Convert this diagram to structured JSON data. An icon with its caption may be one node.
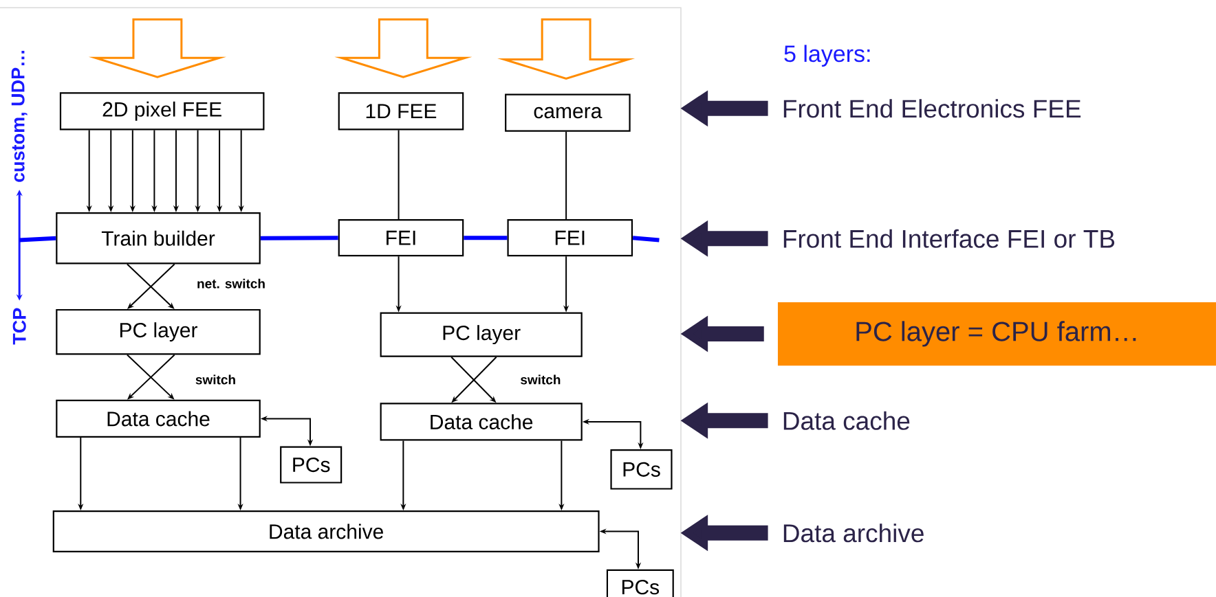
{
  "diagram": {
    "nodes": [
      {
        "text": [
          "2D pixel FEE"
        ]
      },
      {
        "text": [
          "1D FEE"
        ]
      },
      {
        "text": [
          "camera"
        ]
      },
      {
        "text": [
          "Train builder"
        ]
      },
      {
        "text": [
          "FEI"
        ]
      },
      {
        "text": [
          "FEI"
        ]
      },
      {
        "text": [
          "PC layer"
        ]
      },
      {
        "text": [
          "PC layer"
        ]
      },
      {
        "text": [
          "Data cache"
        ]
      },
      {
        "text": [
          "Data cache"
        ]
      },
      {
        "text": [
          "PCs"
        ]
      },
      {
        "text": [
          "PCs"
        ]
      },
      {
        "text": [
          "Data archive"
        ]
      },
      {
        "text": [
          "PCs"
        ]
      },
      {
        "text": [
          "PC layer = CPU farm…"
        ]
      },
      {
        "text": [
          "Front End Electronics FEE"
        ]
      },
      {
        "text": [
          "Front End Interface FEI or TB"
        ]
      },
      {
        "text": [
          "Data cache"
        ]
      },
      {
        "text": [
          "Data archive"
        ]
      }
    ],
    "edges": [
      {
        "from": 0,
        "to": 3,
        "arrow": "to"
      },
      {
        "from": 0,
        "to": 3,
        "arrow": "to"
      },
      {
        "from": 0,
        "to": 3,
        "arrow": "to"
      },
      {
        "from": 0,
        "to": 3,
        "arrow": "to"
      },
      {
        "from": 0,
        "to": 3,
        "arrow": "to"
      },
      {
        "from": 0,
        "to": 3,
        "arrow": "to"
      },
      {
        "from": 0,
        "to": 3,
        "arrow": "to"
      },
      {
        "from": 0,
        "to": 3,
        "arrow": "to"
      },
      {
        "from": 1,
        "to": 4,
        "arrow": "none"
      },
      {
        "from": 2,
        "to": 5,
        "arrow": "none"
      },
      {
        "from": 3,
        "to": 4,
        "arrow": "none",
        "style": "thick",
        "color": "#0000ff"
      },
      {
        "from": 4,
        "to": 5,
        "arrow": "none",
        "style": "thick",
        "color": "#0000ff"
      },
      {
        "from": 5,
        "to": null,
        "arrow": "none",
        "style": "thick",
        "color": "#0000ff"
      },
      {
        "from": 3,
        "to": null,
        "arrow": "none",
        "style": "thick",
        "color": "#0000ff"
      },
      {
        "from": 3,
        "to": 6,
        "arrow": "to",
        "label": "net. switch"
      },
      {
        "from": 3,
        "to": 6,
        "arrow": "to"
      },
      {
        "from": 6,
        "to": 8,
        "arrow": "to",
        "label": "switch"
      },
      {
        "from": 6,
        "to": 8,
        "arrow": "to"
      },
      {
        "from": 7,
        "to": 9,
        "arrow": "to",
        "label": "switch"
      },
      {
        "from": 7,
        "to": 9,
        "arrow": "to"
      },
      {
        "from": 4,
        "to": 7,
        "arrow": "to"
      },
      {
        "from": 5,
        "to": 7,
        "arrow": "to"
      },
      {
        "from": 8,
        "to": 10,
        "arrow": "both"
      },
      {
        "from": 9,
        "to": 11,
        "arrow": "both"
      },
      {
        "from": 12,
        "to": 13,
        "arrow": "both"
      },
      {
        "from": 8,
        "to": 12,
        "arrow": "to"
      },
      {
        "from": 8,
        "to": 12,
        "arrow": "to"
      },
      {
        "from": 9,
        "to": 12,
        "arrow": "to"
      },
      {
        "from": 9,
        "to": 12,
        "arrow": "to"
      },
      {
        "from": null,
        "to": 0,
        "arrow": "to",
        "color": "#ff8c00"
      },
      {
        "from": null,
        "to": 1,
        "arrow": "to",
        "color": "#ff8c00"
      },
      {
        "from": null,
        "to": 2,
        "arrow": "to",
        "color": "#ff8c00"
      },
      {
        "from": 15,
        "to": null,
        "arrow": "to",
        "style": "thick",
        "color": "#2b2348"
      },
      {
        "from": 16,
        "to": null,
        "arrow": "to",
        "style": "thick",
        "color": "#2b2348"
      },
      {
        "from": 14,
        "to": null,
        "arrow": "to",
        "style": "thick",
        "color": "#2b2348"
      },
      {
        "from": 17,
        "to": null,
        "arrow": "to",
        "style": "thick",
        "color": "#2b2348"
      },
      {
        "from": 18,
        "to": null,
        "arrow": "to",
        "style": "thick",
        "color": "#2b2348"
      }
    ],
    "labels": [
      "custom, UDP…",
      "TCP",
      "5 layers:"
    ]
  }
}
